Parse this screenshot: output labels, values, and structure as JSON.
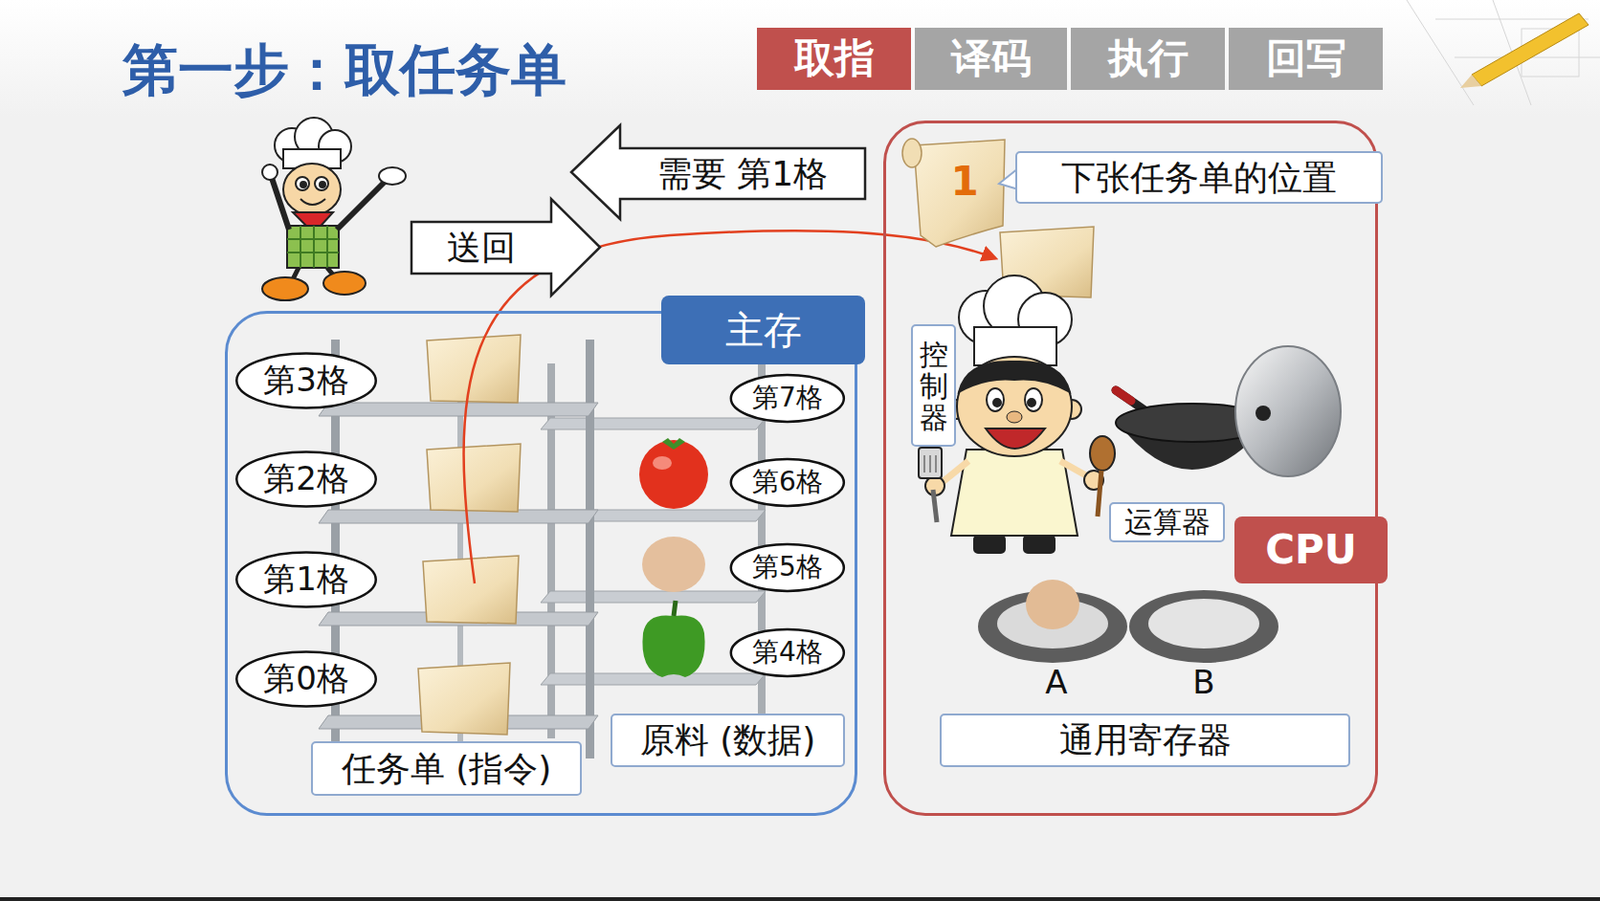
{
  "diagram": {
    "title": "第一步：取任务单",
    "nodes": [
      {
        "text": [
          "取指"
        ]
      },
      {
        "text": [
          "译码"
        ]
      },
      {
        "text": [
          "执行"
        ]
      },
      {
        "text": [
          "回写"
        ]
      },
      {
        "text": [
          "需要 第1格"
        ]
      },
      {
        "text": [
          "送回"
        ]
      },
      {
        "text": [
          "主存"
        ]
      },
      {
        "text": [
          "第3格"
        ],
        "in": 6
      },
      {
        "text": [
          "第2格"
        ],
        "in": 6
      },
      {
        "text": [
          "第1格"
        ],
        "in": 6
      },
      {
        "text": [
          "第0格"
        ],
        "in": 6
      },
      {
        "text": [
          "第7格"
        ],
        "in": 6
      },
      {
        "text": [
          "第6格"
        ],
        "in": 6
      },
      {
        "text": [
          "第5格"
        ],
        "in": 6
      },
      {
        "text": [
          "第4格"
        ],
        "in": 6
      },
      {
        "text": [
          "任务单 (指令)"
        ],
        "in": 6
      },
      {
        "text": [
          "原料 (数据)"
        ],
        "in": 6
      },
      {
        "text": [
          "CPU"
        ]
      },
      {
        "text": [
          "下张任务单的位置"
        ],
        "in": 17
      },
      {
        "text": [
          "控制器"
        ],
        "in": 17
      },
      {
        "text": [
          "运算器"
        ],
        "in": 17
      },
      {
        "text": [
          "通用寄存器"
        ],
        "in": 17
      }
    ],
    "labels": [
      "1",
      "A",
      "B"
    ]
  }
}
